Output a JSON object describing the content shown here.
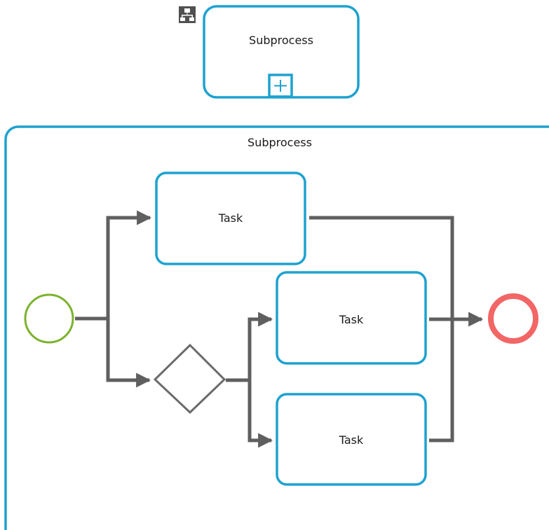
{
  "collapsed_subprocess": {
    "label": "Subprocess",
    "marker": "plus-marker",
    "corner_icon": "hierarchy-icon"
  },
  "expanded_subprocess": {
    "label": "Subprocess"
  },
  "tasks": [
    {
      "label": "Task"
    },
    {
      "label": "Task"
    },
    {
      "label": "Task"
    }
  ],
  "start_event": {
    "type": "start-event"
  },
  "end_event": {
    "type": "end-event"
  },
  "gateway": {
    "type": "exclusive-gateway"
  },
  "colors": {
    "task_border": "#1ea2cf",
    "flow": "#5f5f5f",
    "start": "#7cb22e",
    "end": "#f26666",
    "gateway": "#6b6b6b",
    "icon": "#505050"
  }
}
